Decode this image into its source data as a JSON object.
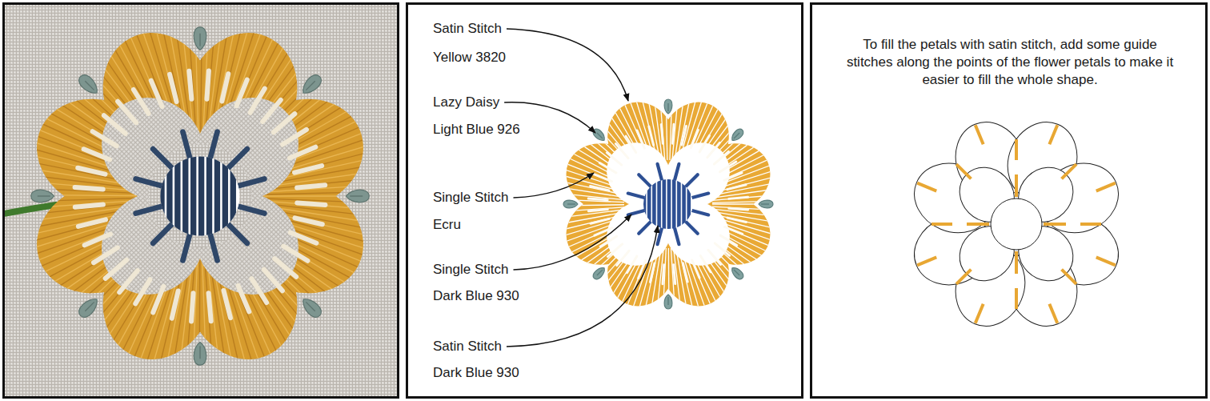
{
  "diagram": {
    "labels": [
      "Satin Stitch",
      "Yellow 3820",
      "Lazy Daisy",
      "Light Blue 926",
      "Single Stitch",
      "Ecru",
      "Single Stitch",
      "Dark Blue 930",
      "Satin Stitch",
      "Dark Blue 930",
      "To fill the petals with satin stitch, add some guide stitches along the points of the flower petals to make it easier to fill the whole shape."
    ]
  }
}
